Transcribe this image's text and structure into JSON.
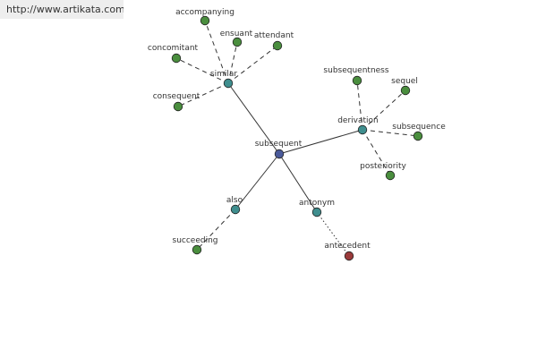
{
  "source_url": "http://www.artikata.com",
  "colors": {
    "center": "#4a5a9a",
    "hub": "#3f8e8e",
    "leaf": "#4a8e3e",
    "antonym": "#9a3a3a",
    "edge": "#333333"
  },
  "nodes": [
    {
      "id": "subsequent",
      "label": "subsequent",
      "kind": "center"
    },
    {
      "id": "similar",
      "label": "similar",
      "kind": "hub"
    },
    {
      "id": "derivation",
      "label": "derivation",
      "kind": "hub"
    },
    {
      "id": "also",
      "label": "also",
      "kind": "hub"
    },
    {
      "id": "antonym",
      "label": "antonym",
      "kind": "hub"
    },
    {
      "id": "accompanying",
      "label": "accompanying",
      "kind": "leaf"
    },
    {
      "id": "ensuant",
      "label": "ensuant",
      "kind": "leaf"
    },
    {
      "id": "attendant",
      "label": "attendant",
      "kind": "leaf"
    },
    {
      "id": "concomitant",
      "label": "concomitant",
      "kind": "leaf"
    },
    {
      "id": "consequent",
      "label": "consequent",
      "kind": "leaf"
    },
    {
      "id": "subsequentness",
      "label": "subsequentness",
      "kind": "leaf"
    },
    {
      "id": "sequel",
      "label": "sequel",
      "kind": "leaf"
    },
    {
      "id": "subsequence",
      "label": "subsequence",
      "kind": "leaf"
    },
    {
      "id": "posteriority",
      "label": "posteriority",
      "kind": "leaf"
    },
    {
      "id": "succeeding",
      "label": "succeeding",
      "kind": "leaf"
    },
    {
      "id": "antecedent",
      "label": "antecedent",
      "kind": "antonym"
    }
  ],
  "edges": [
    {
      "from": "subsequent",
      "to": "similar",
      "style": "solid"
    },
    {
      "from": "subsequent",
      "to": "derivation",
      "style": "solid"
    },
    {
      "from": "subsequent",
      "to": "also",
      "style": "solid"
    },
    {
      "from": "subsequent",
      "to": "antonym",
      "style": "solid"
    },
    {
      "from": "similar",
      "to": "accompanying",
      "style": "dashed"
    },
    {
      "from": "similar",
      "to": "ensuant",
      "style": "dashed"
    },
    {
      "from": "similar",
      "to": "attendant",
      "style": "dashed"
    },
    {
      "from": "similar",
      "to": "concomitant",
      "style": "dashed"
    },
    {
      "from": "similar",
      "to": "consequent",
      "style": "dashed"
    },
    {
      "from": "derivation",
      "to": "subsequentness",
      "style": "dashed"
    },
    {
      "from": "derivation",
      "to": "sequel",
      "style": "dashed"
    },
    {
      "from": "derivation",
      "to": "subsequence",
      "style": "dashed"
    },
    {
      "from": "derivation",
      "to": "posteriority",
      "style": "dashed"
    },
    {
      "from": "also",
      "to": "succeeding",
      "style": "dashed"
    },
    {
      "from": "antonym",
      "to": "antecedent",
      "style": "dotted"
    }
  ]
}
